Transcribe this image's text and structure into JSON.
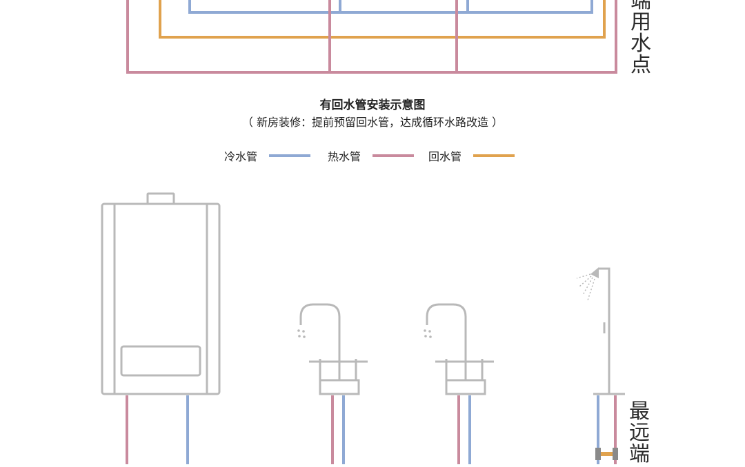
{
  "top_label": [
    "端",
    "用",
    "水",
    "点"
  ],
  "title": "有回水管安装示意图",
  "subtitle": "（ 新房装修：提前预留回水管，达成循环水路改造 ）",
  "legend": [
    {
      "label": "冷水管",
      "color": "#8fa9d4"
    },
    {
      "label": "热水管",
      "color": "#c98a9d"
    },
    {
      "label": "回水管",
      "color": "#e0a24e"
    }
  ],
  "bottom_label": [
    "最",
    "远",
    "端"
  ],
  "colors": {
    "cold": "#8fa9d4",
    "hot": "#c98a9d",
    "return": "#e0a24e",
    "fixture": "#b9b9b9",
    "valve": "#8a8a8a"
  }
}
